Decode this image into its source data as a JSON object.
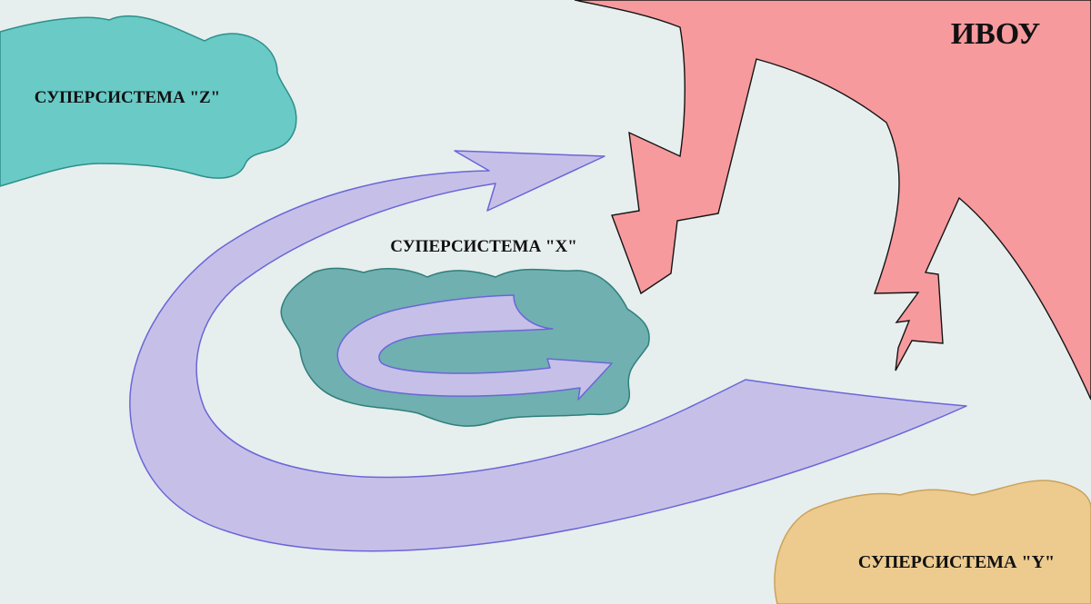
{
  "labels": {
    "ivou": "ИВОУ",
    "supersystem_z": "СУПЕРСИСТЕМА \"Z\"",
    "supersystem_x": "СУПЕРСИСТЕМА \"X\"",
    "supersystem_y": "СУПЕРСИСТЕМА \"Y\""
  },
  "colors": {
    "background": "#e7eeee",
    "ivou_fill": "#f69a9e",
    "z_fill": "#69cac6",
    "z_stroke": "#2d8f8a",
    "x_fill": "#70b0b0",
    "x_stroke": "#2f7f7a",
    "y_fill": "#edcb8f",
    "y_stroke": "#caa25a",
    "arrow_fill": "#c6c0e8",
    "arrow_stroke": "#6a66d8"
  }
}
